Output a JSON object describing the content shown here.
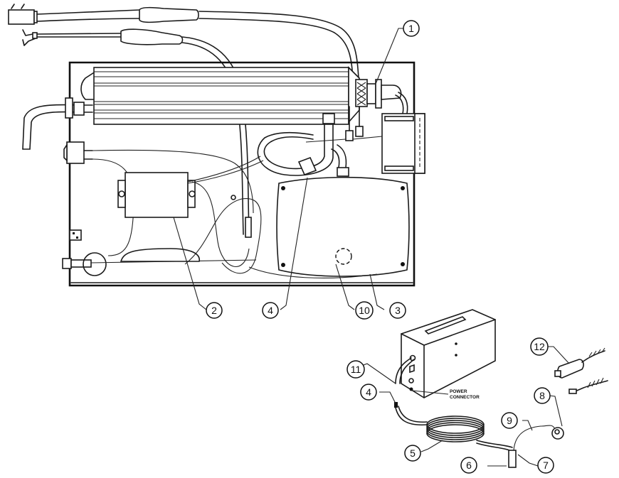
{
  "diagram": {
    "type": "exploded-parts-diagram",
    "callouts": [
      {
        "id": "c1",
        "label": "1"
      },
      {
        "id": "c2",
        "label": "2"
      },
      {
        "id": "c3",
        "label": "3"
      },
      {
        "id": "c4a",
        "label": "4"
      },
      {
        "id": "c10",
        "label": "10"
      },
      {
        "id": "c11",
        "label": "11"
      },
      {
        "id": "c4b",
        "label": "4"
      },
      {
        "id": "c5",
        "label": "5"
      },
      {
        "id": "c6",
        "label": "6"
      },
      {
        "id": "c7",
        "label": "7"
      },
      {
        "id": "c8",
        "label": "8"
      },
      {
        "id": "c9",
        "label": "9"
      },
      {
        "id": "c12",
        "label": "12"
      }
    ],
    "annotations": {
      "power_connector_line1": "POWER",
      "power_connector_line2": "CONNECTOR"
    }
  }
}
